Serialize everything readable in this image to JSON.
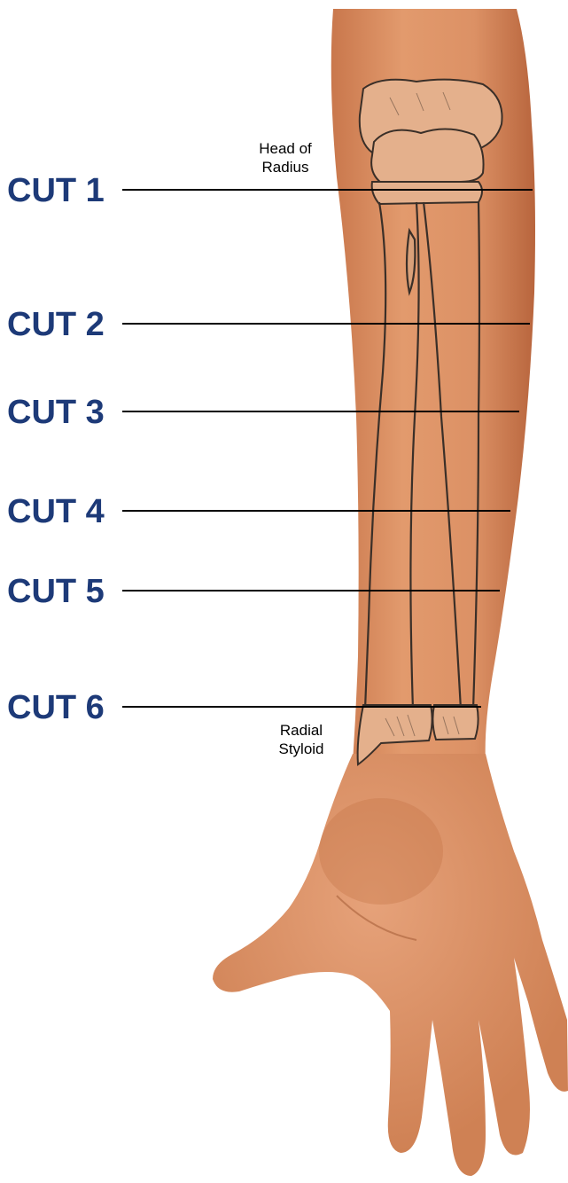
{
  "cuts": [
    {
      "label": "CUT 1"
    },
    {
      "label": "CUT 2"
    },
    {
      "label": "CUT 3"
    },
    {
      "label": "CUT 4"
    },
    {
      "label": "CUT 5"
    },
    {
      "label": "CUT 6"
    }
  ],
  "annotations": {
    "head_of_radius": {
      "line1": "Head of",
      "line2": "Radius"
    },
    "radial_styloid": {
      "line1": "Radial",
      "line2": "Styloid"
    }
  },
  "colors": {
    "label_blue": "#1d3a78",
    "skin": "#d98a5e",
    "skin_shadow": "#b96a43",
    "bone_outline": "#3a2f28"
  }
}
